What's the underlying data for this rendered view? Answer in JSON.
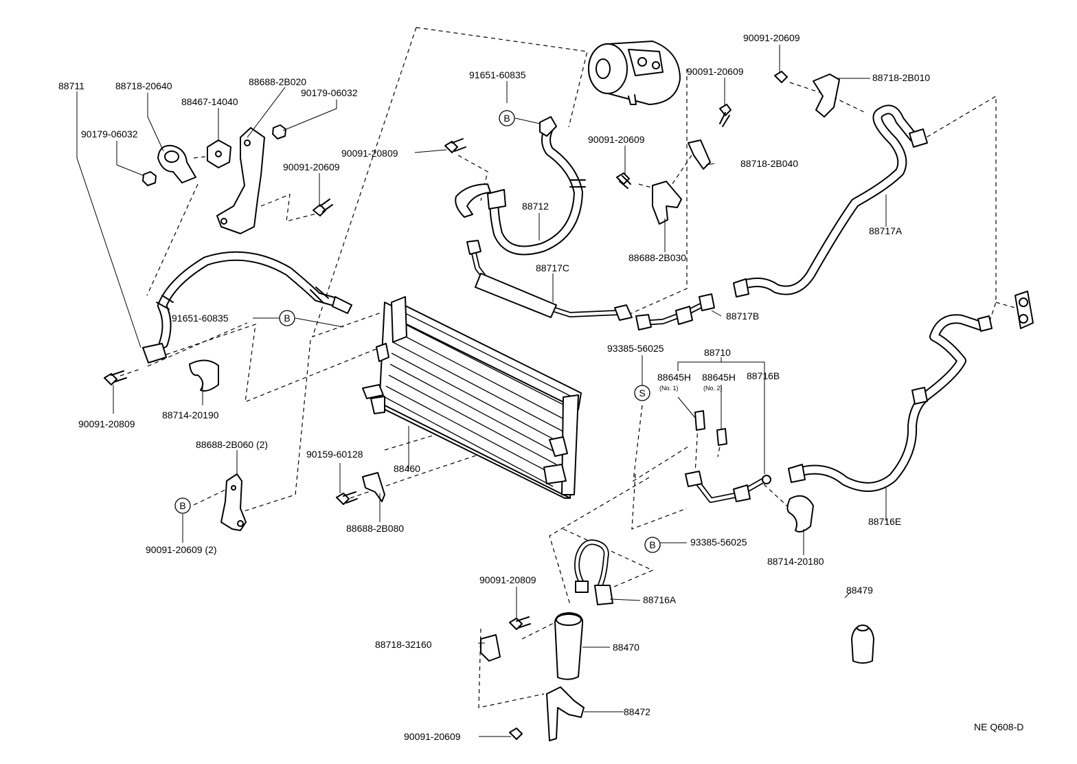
{
  "diagram_code": "NE Q608-D",
  "labels": {
    "p88711": "88711",
    "p88718_20640": "88718-20640",
    "p88688_2b020": "88688-2B020",
    "p88467_14040": "88467-14040",
    "p90179_06032_a": "90179-06032",
    "p90179_06032_b": "90179-06032",
    "p90091_20609_a": "90091-20609",
    "p91651_60835_a": "91651-60835",
    "p90091_20809_a": "90091-20809",
    "p88712": "88712",
    "p88717c": "88717C",
    "p90091_20609_b": "90091-20609",
    "p90091_20609_c": "90091-20609",
    "p88718_2b040": "88718-2B040",
    "p88688_2b030": "88688-2B030",
    "p90091_20609_d": "90091-20609",
    "p88718_2b010": "88718-2B010",
    "p88717a": "88717A",
    "p91651_60835_b": "91651-60835",
    "p90091_20809_b": "90091-20809",
    "p88714_20190": "88714-20190",
    "p88717b": "88717B",
    "p93385_56025_a": "93385-56025",
    "p88710": "88710",
    "p88645h_1": "88645H",
    "p88645h_1_note": "(No. 1)",
    "p88645h_2": "88645H",
    "p88645h_2_note": "(No. 2)",
    "p88716b": "88716B",
    "p88688_2b060": "88688-2B060 (2)",
    "p90159_60128": "90159-60128",
    "p88460": "88460",
    "p88688_2b080": "88688-2B080",
    "p90091_20609_e": "90091-20609 (2)",
    "p93385_56025_b": "93385-56025",
    "p88714_20180": "88714-20180",
    "p88716e": "88716E",
    "p90091_20809_c": "90091-20809",
    "p88716a": "88716A",
    "p88479": "88479",
    "p88718_32160": "88718-32160",
    "p88470": "88470",
    "p88472": "88472",
    "p90091_20609_f": "90091-20609"
  },
  "markers": {
    "b1": "B",
    "b2": "B",
    "b3": "B",
    "b4": "B",
    "s1": "S"
  }
}
